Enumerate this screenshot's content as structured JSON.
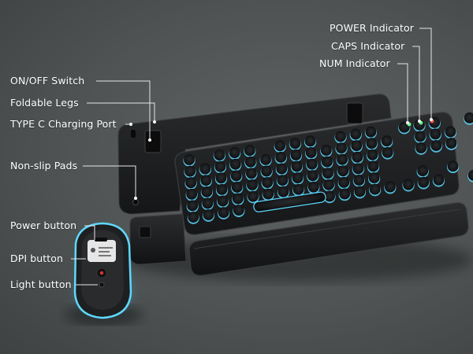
{
  "callouts": {
    "power_indicator": "POWER Indicator",
    "caps_indicator": "CAPS Indicator",
    "num_indicator": "NUM Indicator",
    "on_off_switch": "ON/OFF Switch",
    "foldable_legs": "Foldable Legs",
    "type_c_port": "TYPE C Charging Port",
    "non_slip_pads": "Non-slip Pads",
    "power_button": "Power button",
    "dpi_button": "DPI button",
    "light_button": "Light button"
  },
  "colors": {
    "background": "#545858",
    "backlight": "#5fd8ff",
    "keycap": "#1b1c1e",
    "indicator_power": "#ff5a4f",
    "indicator_caps_num": "#66ff8a",
    "callout_line": "#e6e6e6"
  }
}
